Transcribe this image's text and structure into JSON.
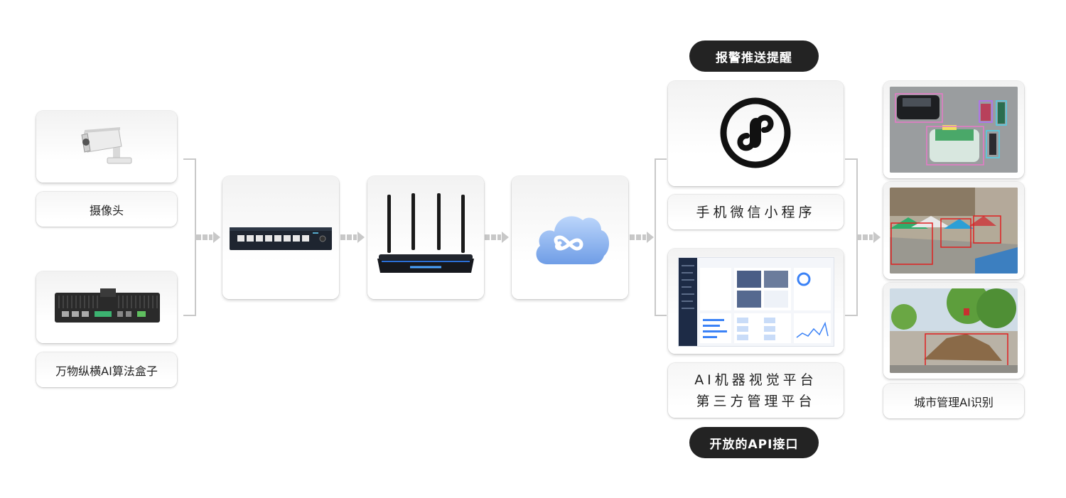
{
  "labels": {
    "camera": "摄像头",
    "ai_box": "万物纵横AI算法盒子",
    "mini_program": "手机微信小程序",
    "platform_line1": "AI机器视觉平台",
    "platform_line2": "第三方管理平台",
    "city_ai": "城市管理AI识别"
  },
  "pills": {
    "alarm": "报警推送提醒",
    "api": "开放的API接口"
  },
  "icons": {
    "camera": "security-camera-icon",
    "ai_box": "edge-computer-icon",
    "switch": "network-switch-icon",
    "router": "wifi-router-icon",
    "cloud": "cloud-infinity-icon",
    "mini_program": "wechat-mini-program-icon"
  },
  "colors": {
    "pill_bg": "#232323",
    "arrow": "#c8c8c8",
    "cloud": "#8fb6ee",
    "detection_box": "#e02020"
  }
}
